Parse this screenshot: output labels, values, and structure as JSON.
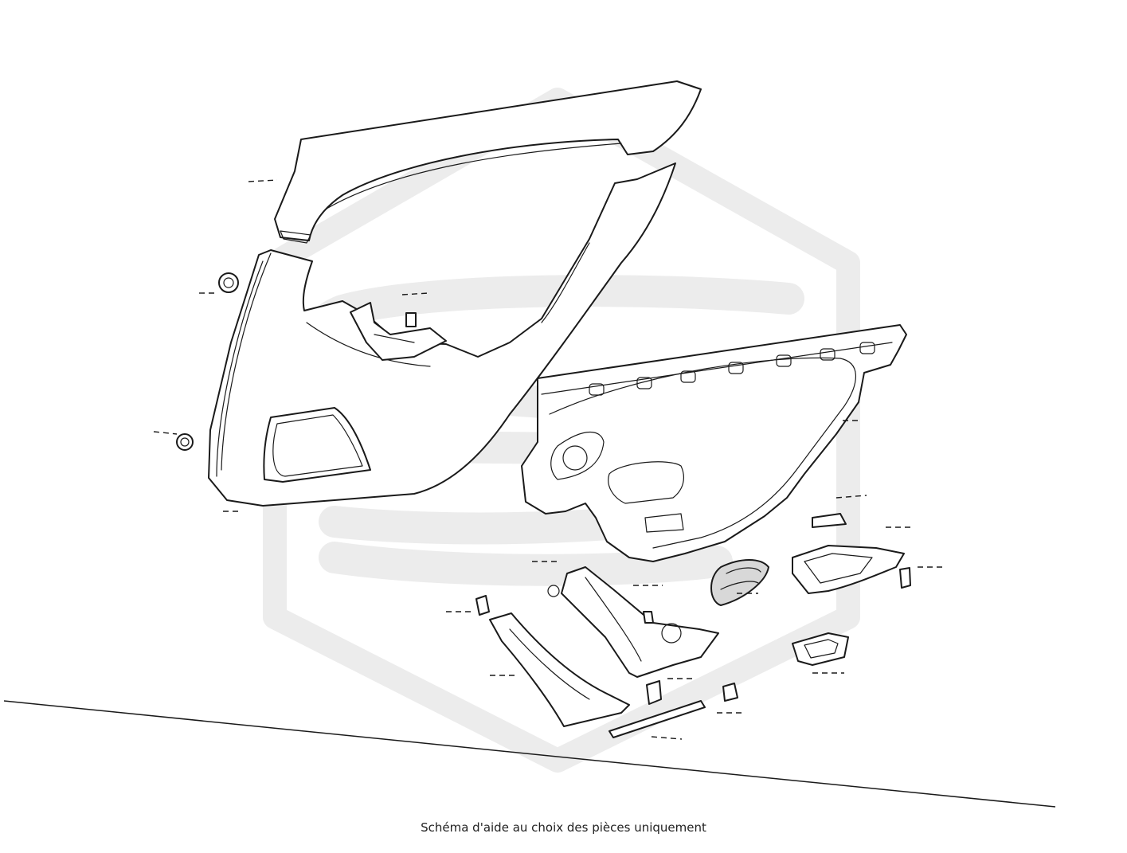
{
  "caption": "Schéma d'aide au choix des pièces uniquement",
  "parts": [
    "upper-trim-strip",
    "front-door-trim-panel",
    "rear-door-trim-panel",
    "armrest-bracket",
    "pull-handle-trim",
    "speaker-grille",
    "door-handle-bezel",
    "window-switch",
    "retaining-clips",
    "screws"
  ]
}
